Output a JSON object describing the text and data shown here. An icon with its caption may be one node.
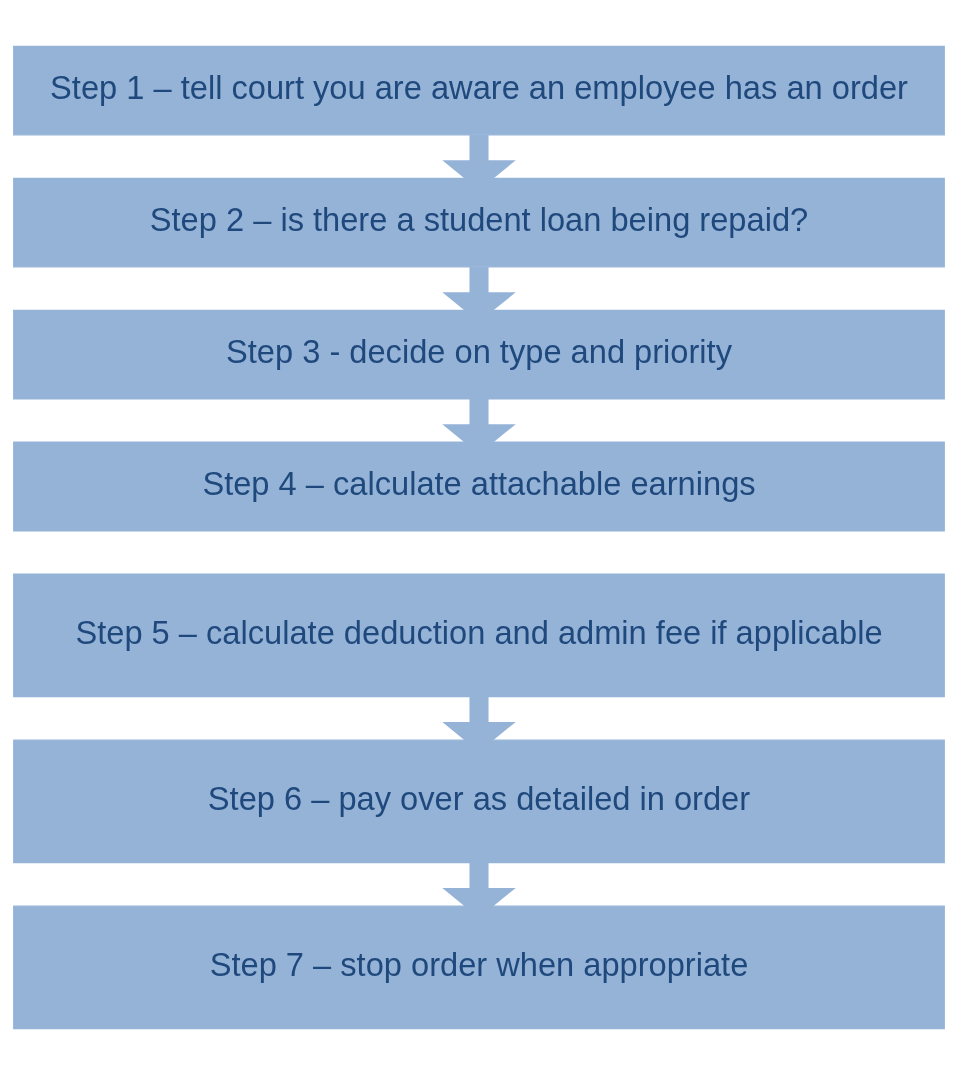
{
  "diagram": {
    "nodes": [
      {
        "text": [
          "Step 1 – tell court you are aware an employee has an order"
        ]
      },
      {
        "text": [
          "Step 2 – is there a student loan being repaid?"
        ]
      },
      {
        "text": [
          "Step 3 - decide on type and priority"
        ]
      },
      {
        "text": [
          "Step 4 – calculate attachable earnings"
        ]
      },
      {
        "text": [
          "Step 5 – calculate deduction and admin fee if applicable"
        ]
      },
      {
        "text": [
          "Step 6 – pay over as detailed in order"
        ]
      },
      {
        "text": [
          "Step 7 – stop order when appropriate"
        ]
      }
    ],
    "edges": [
      {
        "from": 0,
        "to": 1,
        "arrow": "to"
      },
      {
        "from": 1,
        "to": 2,
        "arrow": "to"
      },
      {
        "from": 2,
        "to": 3,
        "arrow": "to"
      },
      {
        "from": 4,
        "to": 5,
        "arrow": "to"
      },
      {
        "from": 5,
        "to": 6,
        "arrow": "to"
      }
    ]
  }
}
